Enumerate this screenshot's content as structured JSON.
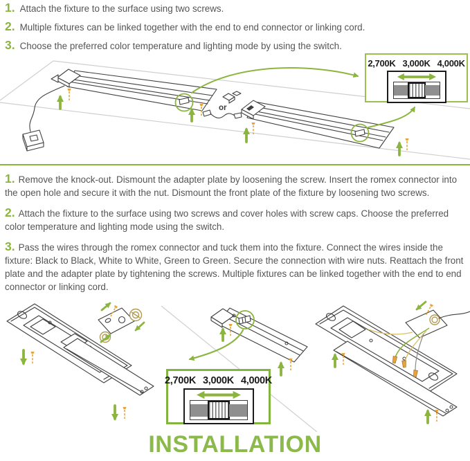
{
  "title": "INSTALLATION",
  "or_label": "or",
  "callout": {
    "temps": [
      "2,700K",
      "3,000K",
      "4,000K"
    ]
  },
  "top_steps": [
    {
      "num": "1.",
      "text": "Attach the fixture to the surface using two screws."
    },
    {
      "num": "2.",
      "text": "Multiple fixtures can be linked together with the end to end connector or linking cord."
    },
    {
      "num": "3.",
      "text": "Choose the preferred color temperature and lighting mode by using the switch."
    }
  ],
  "middle_steps": [
    {
      "num": "1.",
      "text": "Remove the knock-out. Dismount the adapter plate by loosening the screw. Insert the romex connector into the open hole and secure it with the nut. Dismount the front plate of the fixture by loosening two screws."
    },
    {
      "num": "2.",
      "text": "Attach the fixture to the surface using two screws and cover holes with screw caps. Choose the preferred color temperature and lighting mode using the switch."
    },
    {
      "num": "3.",
      "text": "Pass the wires through the romex connector and tuck them into the fixture. Connect the wires inside the fixture: Black to Black, White to White, Green to Green. Secure the connection with wire nuts. Reattach the front plate and the adapter plate by tightening the screws. Multiple fixtures can be linked together with the end to end connector or linking cord."
    }
  ],
  "icons": [
    "up-arrow-icon",
    "down-arrow-icon",
    "double-arrow-icon",
    "screw-icon",
    "switch-circle-icon",
    "slider-switch",
    "power-plug-icon",
    "linking-cord-icon",
    "end-to-end-connector-icon",
    "romex-connector-icon",
    "wire-nut-icon"
  ],
  "colors": {
    "accent_green": "#8CB53F",
    "title_green": "#8CB94C",
    "screw_orange": "#E8A33C",
    "hardware_tan": "#B29A52",
    "text_gray": "#555555",
    "line_dark": "#3F3F3F",
    "surface_gray": "#CFCFCF",
    "slider_gray": "#8F8F8F"
  }
}
